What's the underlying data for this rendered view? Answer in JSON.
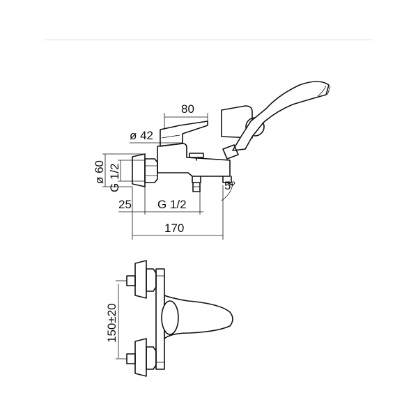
{
  "dimensions": {
    "width_top": "80",
    "diameter_body": "ø 42",
    "diameter_flange": "ø 60",
    "inlet_thread": "G 1/2",
    "offset": "25",
    "outlet_thread": "G 1/2",
    "spout_angle": "5°",
    "overall_length": "170",
    "centre_distance": "150±20"
  }
}
